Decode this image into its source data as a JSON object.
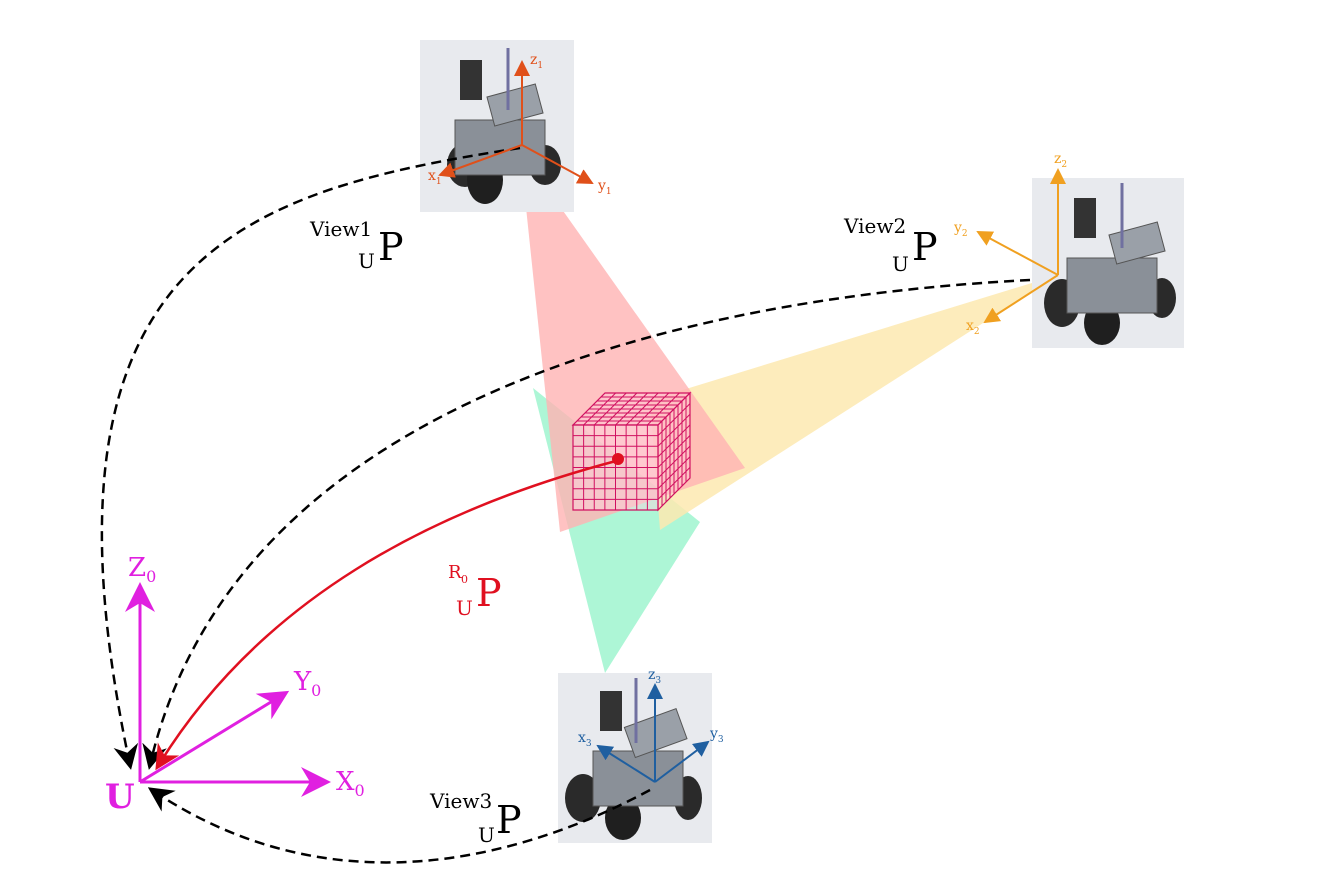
{
  "world_frame": {
    "origin_label": "U",
    "axes": [
      {
        "name": "X",
        "sub": "0"
      },
      {
        "name": "Y",
        "sub": "0"
      },
      {
        "name": "Z",
        "sub": "0"
      }
    ],
    "color": "#e020e0"
  },
  "views": [
    {
      "id": "view1",
      "label_sup": "View1",
      "label_sub": "U",
      "label_main": "P",
      "axes": [
        {
          "name": "z",
          "sub": "1"
        },
        {
          "name": "y",
          "sub": "1"
        },
        {
          "name": "x",
          "sub": "1"
        }
      ],
      "color": "#e0501a",
      "frustum_color": "#ffb3b3"
    },
    {
      "id": "view2",
      "label_sup": "View2",
      "label_sub": "U",
      "label_main": "P",
      "axes": [
        {
          "name": "z",
          "sub": "2"
        },
        {
          "name": "y",
          "sub": "2"
        },
        {
          "name": "x",
          "sub": "2"
        }
      ],
      "color": "#f0a020",
      "frustum_color": "#fde9b0"
    },
    {
      "id": "view3",
      "label_sup": "View3",
      "label_sub": "U",
      "label_main": "P",
      "axes": [
        {
          "name": "z",
          "sub": "3"
        },
        {
          "name": "y",
          "sub": "3"
        },
        {
          "name": "x",
          "sub": "3"
        }
      ],
      "color": "#1f5fa0",
      "frustum_color": "#9ff5cf"
    }
  ],
  "target": {
    "label_sup": "R",
    "label_sup_sub": "0",
    "label_sub": "U",
    "label_main": "P",
    "color": "#e01020",
    "grid_color": "#d01060"
  }
}
